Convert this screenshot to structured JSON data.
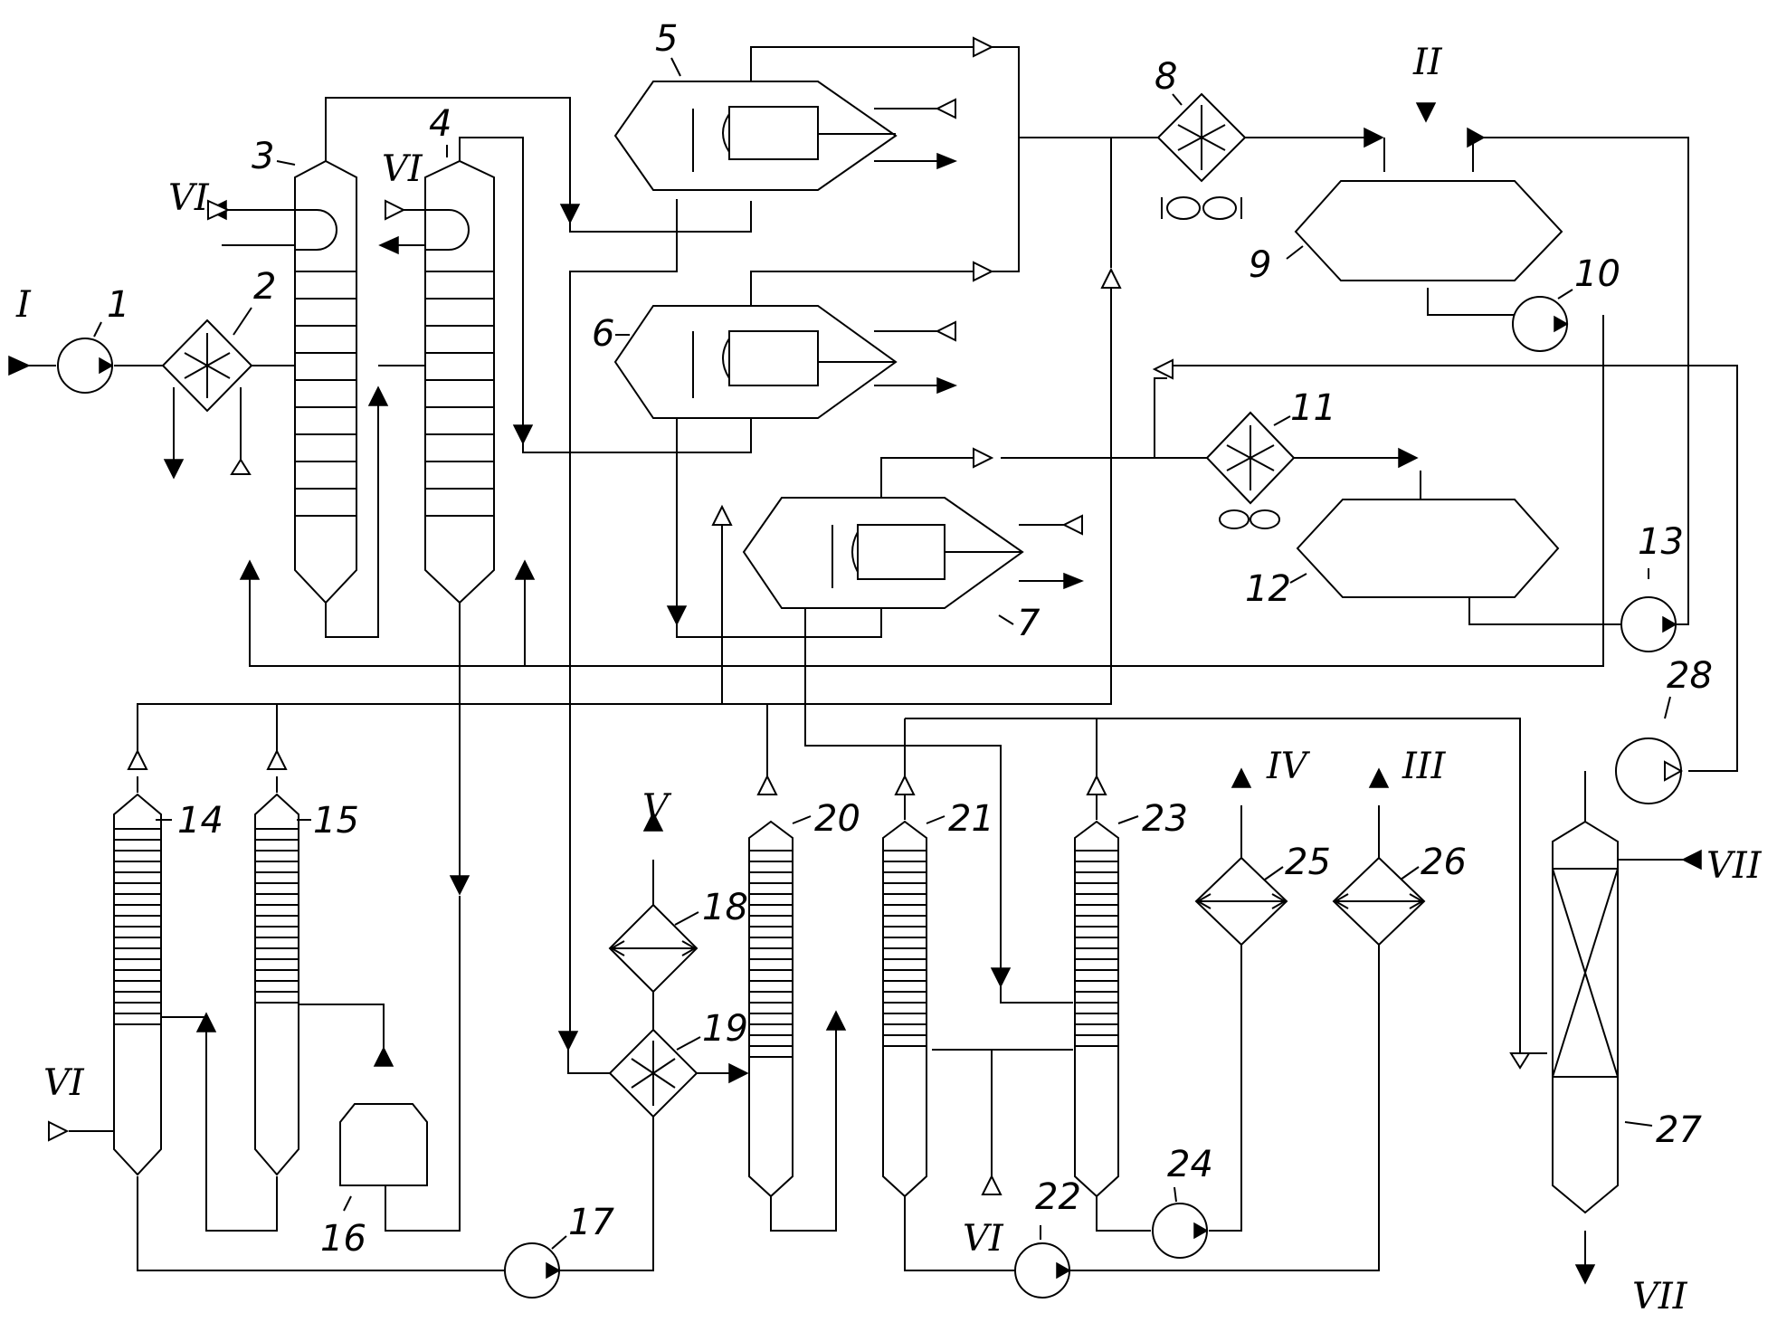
{
  "numbers": [
    "1",
    "2",
    "3",
    "4",
    "5",
    "6",
    "7",
    "8",
    "9",
    "10",
    "11",
    "12",
    "13",
    "14",
    "15",
    "16",
    "17",
    "18",
    "19",
    "20",
    "21",
    "22",
    "23",
    "24",
    "25",
    "26",
    "27",
    "28"
  ],
  "streams": {
    "I": "I",
    "II": "II",
    "III": "III",
    "IV": "IV",
    "V": "V",
    "VI": "VI",
    "VII": "VII"
  }
}
